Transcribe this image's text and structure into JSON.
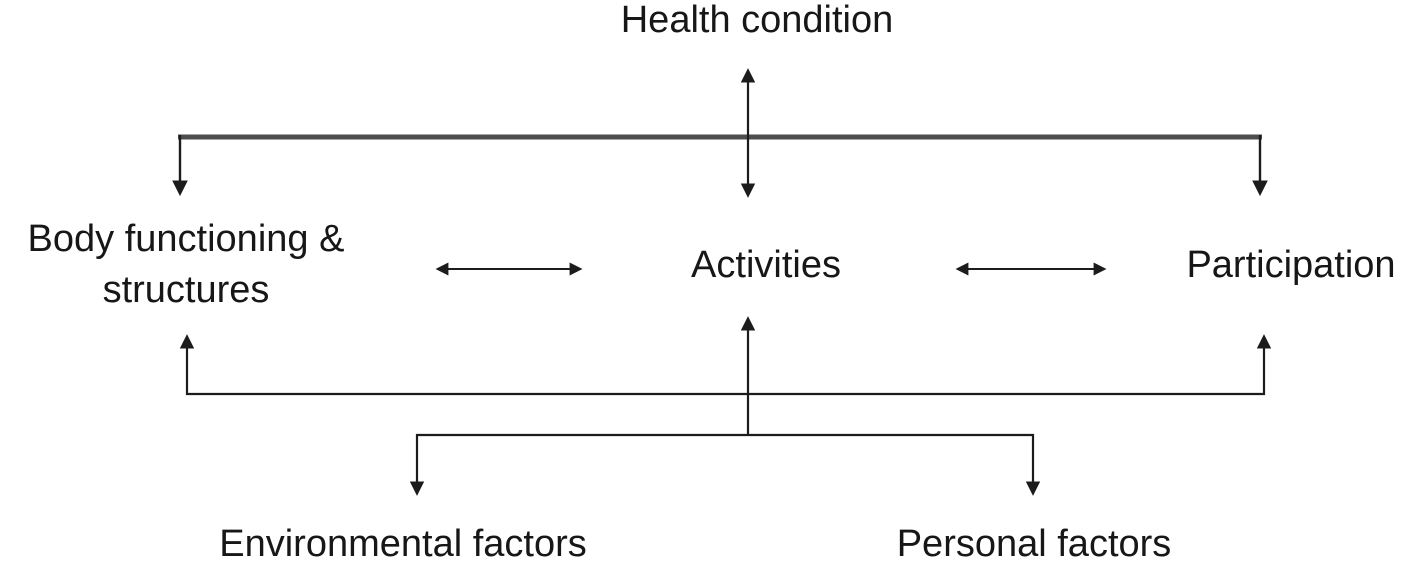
{
  "diagram": {
    "type": "flow-diagram",
    "description": "ICF-style model of functioning and disability",
    "nodes": {
      "health_condition": {
        "label": "Health condition"
      },
      "body_functioning": {
        "label": "Body functioning & structures",
        "line1": "Body functioning &",
        "line2": "structures"
      },
      "activities": {
        "label": "Activities"
      },
      "participation": {
        "label": "Participation"
      },
      "environmental_factors": {
        "label": "Environmental factors"
      },
      "personal_factors": {
        "label": "Personal factors"
      }
    },
    "edges": [
      {
        "from": "health_condition",
        "to": "activities",
        "direction": "bidirectional"
      },
      {
        "from": "health_condition",
        "to": "body_functioning",
        "direction": "down"
      },
      {
        "from": "health_condition",
        "to": "participation",
        "direction": "down"
      },
      {
        "from": "body_functioning",
        "to": "activities",
        "direction": "bidirectional"
      },
      {
        "from": "activities",
        "to": "participation",
        "direction": "bidirectional"
      },
      {
        "from": "contextual_bar_upper",
        "to": "body_functioning",
        "direction": "up"
      },
      {
        "from": "contextual_bar_upper",
        "to": "participation",
        "direction": "up"
      },
      {
        "from": "contextual_bar_lower",
        "to": "activities",
        "direction": "up"
      },
      {
        "from": "contextual_bar_lower",
        "to": "environmental_factors",
        "direction": "down"
      },
      {
        "from": "contextual_bar_lower",
        "to": "personal_factors",
        "direction": "down"
      }
    ],
    "colors": {
      "line": "#1c1c1c",
      "thick_line": "#4d4d4d",
      "text": "#171717",
      "background": "#ffffff"
    }
  }
}
